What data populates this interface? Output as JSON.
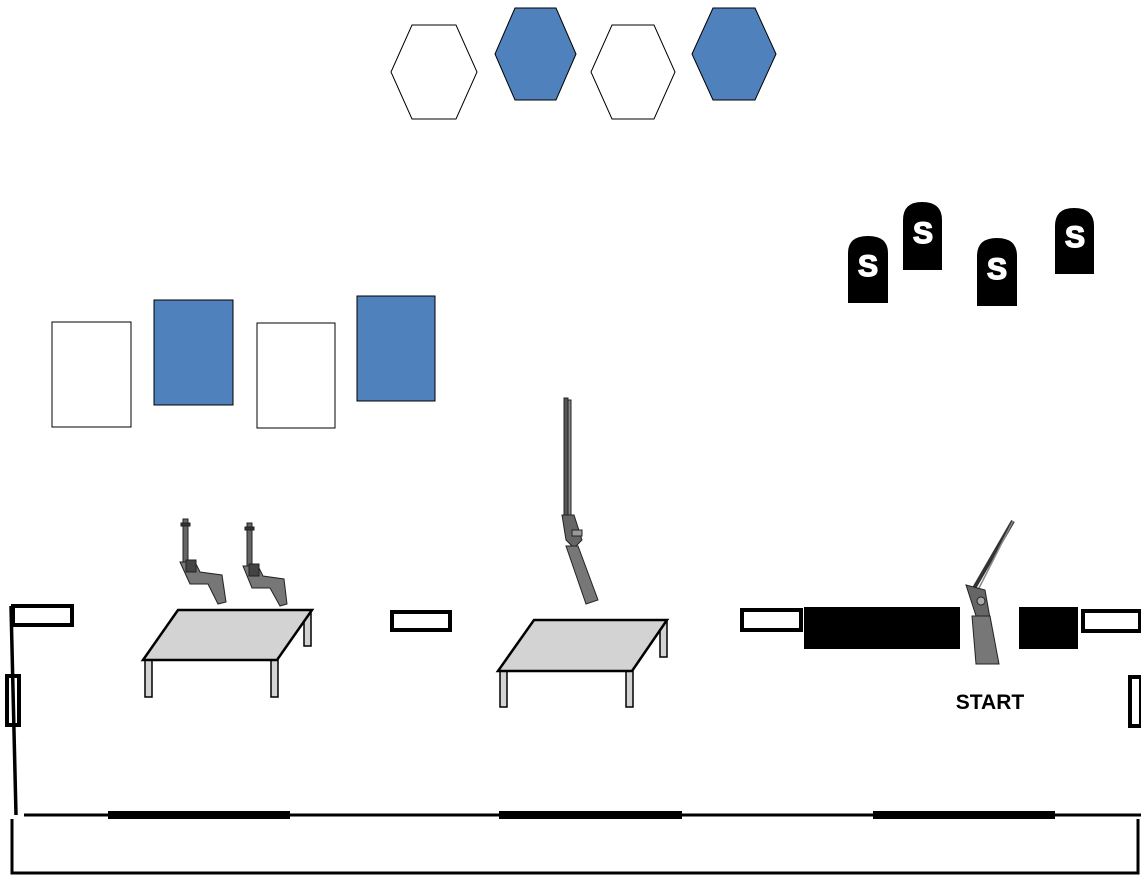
{
  "colors": {
    "blue": "#4f81bd",
    "black": "#000000",
    "table_top": "#d3d3d3",
    "white": "#ffffff"
  },
  "stage": {
    "start_label": "START",
    "steel_target_letter": "S"
  },
  "targets": {
    "hexagon_fills": [
      "white",
      "blue",
      "white",
      "blue"
    ],
    "rectangle_fills": [
      "white",
      "blue",
      "white",
      "blue"
    ],
    "steel_target_count": 4
  },
  "props": {
    "tables": [
      "pistol-table",
      "rifle-table"
    ],
    "firearms": [
      "revolver",
      "revolver",
      "lever-action-rifle",
      "shotgun"
    ]
  }
}
